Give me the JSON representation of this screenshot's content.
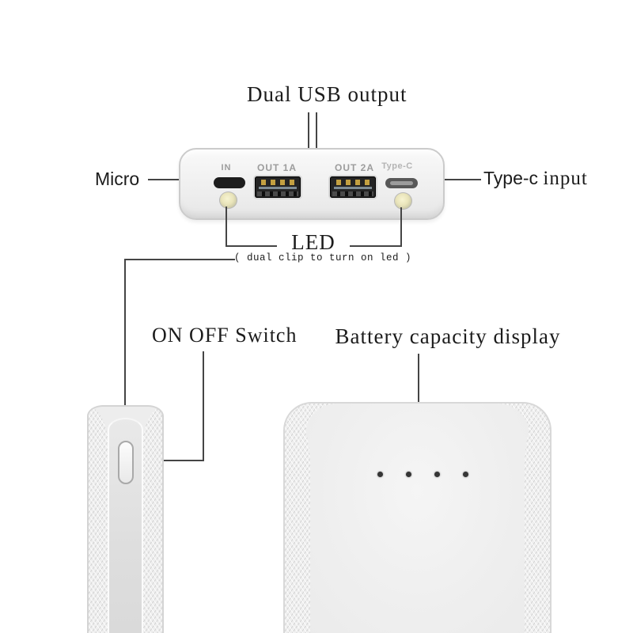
{
  "colors": {
    "line": "#454545",
    "label_text": "#1c1c1c",
    "port_label": "#9c9c9c",
    "typec_port_label": "#b4b4b4",
    "device_body": "#efefef",
    "device_border": "#cbcbcb",
    "port_dark": "#1d1d1d",
    "usb_pin_gold": "#c3a041",
    "typec_port_fill": "#585858",
    "led_lamp_fill": "#e9e4ba",
    "battery_dot": "#353535"
  },
  "labels": {
    "dual_usb_output": "Dual USB output",
    "micro": "Micro",
    "type_c": "Type-c",
    "type_c_input_word": "input",
    "led": "LED",
    "led_note": "( dual clip to turn on led )",
    "on_off_switch": "ON OFF Switch",
    "battery_capacity_display": "Battery capacity display"
  },
  "top_view": {
    "ports": [
      {
        "label": "IN",
        "type": "micro-usb"
      },
      {
        "label": "OUT 1A",
        "type": "usb-a"
      },
      {
        "label": "OUT 2A",
        "type": "usb-a"
      },
      {
        "label": "Type-C",
        "type": "usb-c"
      }
    ],
    "status_led_count": 2
  },
  "front_view": {
    "battery_led_count": 4
  }
}
